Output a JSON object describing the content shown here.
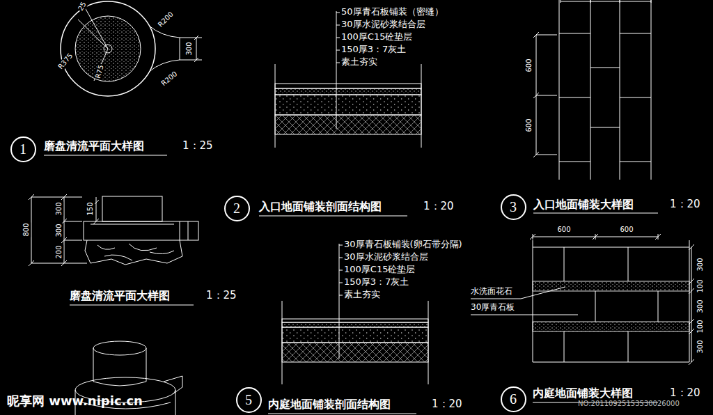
{
  "diagram": {
    "nodes": [
      {
        "text": [
          "1"
        ]
      },
      {
        "text": [
          "2"
        ]
      },
      {
        "text": [
          "3"
        ]
      },
      {
        "text": [
          "5"
        ]
      },
      {
        "text": [
          "6"
        ]
      }
    ],
    "labels": [
      "25",
      "R375",
      "R75",
      "R200",
      "300",
      "R200",
      "磨盘清流平面大样图",
      "1：25",
      "50厚青石板铺装（密缝）",
      "30厚水泥砂浆结合层",
      "100厚C15砼垫层",
      "150厚3：7灰土",
      "素土夯实",
      "入口地面铺装剖面结构图",
      "1：20",
      "600",
      "600",
      "入口地面铺装大样图",
      "1：20",
      "800",
      "300",
      "300",
      "200",
      "150",
      "磨盘清流平面大样图",
      "1：25",
      "30厚青石板铺装(卵石带分隔)",
      "30厚水泥砂浆结合层",
      "100厚C15砼垫层",
      "150厚3：7灰土",
      "素土夯实",
      "内庭地面铺装剖面结构图",
      "1：20",
      "600",
      "600",
      "300",
      "100",
      "300",
      "100",
      "300",
      "水洗面花石",
      "30厚青石板",
      "内庭地面铺装大样图",
      "1：20",
      "昵享网 www.nipic.cn",
      "NO:20110925153530026000"
    ]
  }
}
